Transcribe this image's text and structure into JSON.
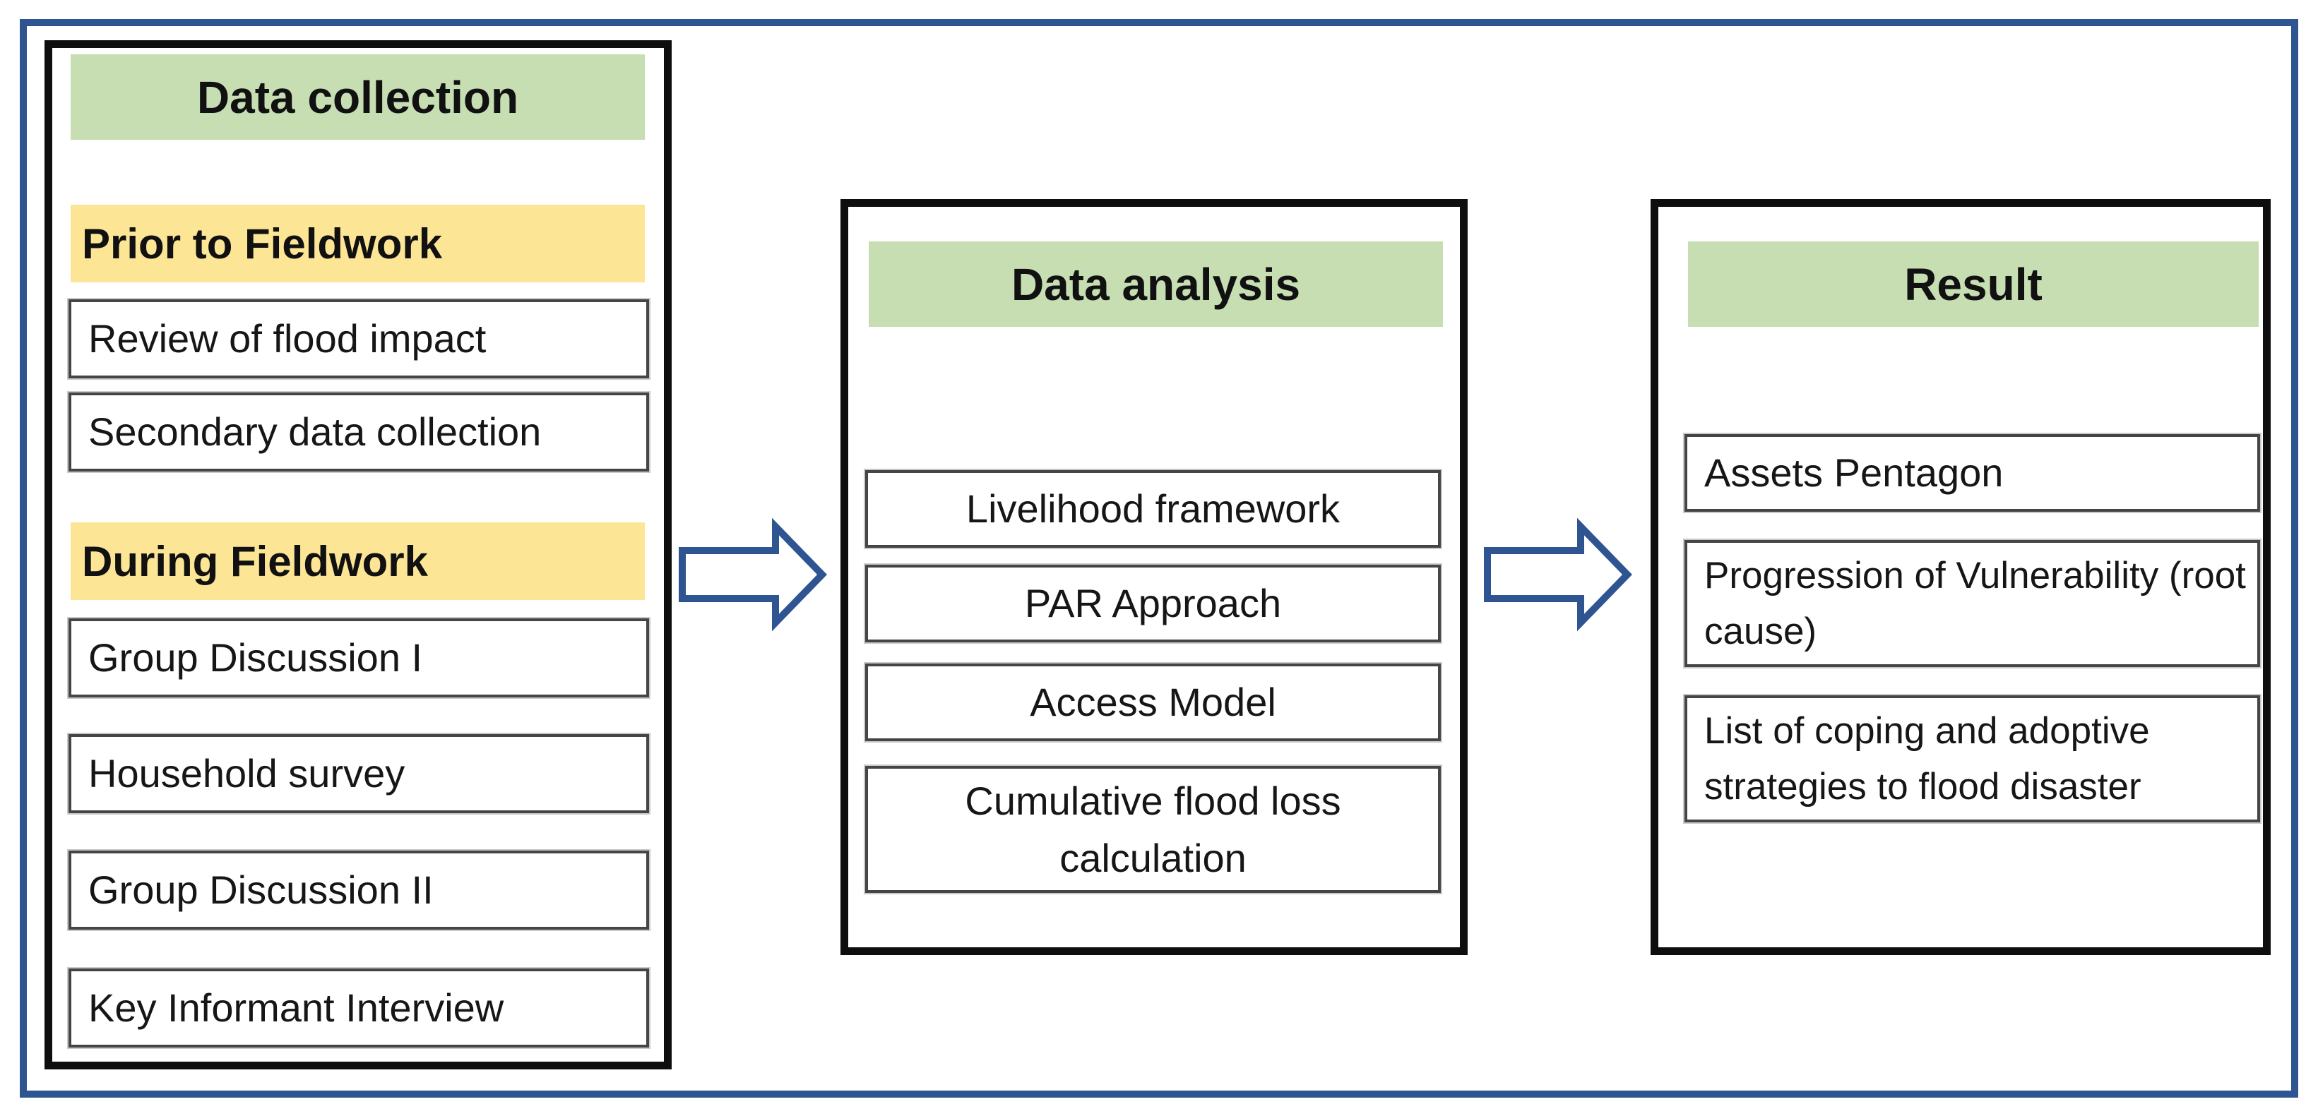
{
  "colors": {
    "frame_blue": "#2e5491",
    "header_green": "#c6deb2",
    "subheader_yellow": "#fde596",
    "column_border_black": "#0e0e0e",
    "inner_box_border_gray": "#454545"
  },
  "columns": [
    {
      "title": "Data collection",
      "items": [
        {
          "kind": "subheader",
          "label": "Prior to Fieldwork"
        },
        {
          "kind": "box",
          "label": "Review of flood impact"
        },
        {
          "kind": "box",
          "label": "Secondary data collection"
        },
        {
          "kind": "subheader",
          "label": "During Fieldwork"
        },
        {
          "kind": "box",
          "label": "Group Discussion I"
        },
        {
          "kind": "box",
          "label": "Household survey"
        },
        {
          "kind": "box",
          "label": "Group Discussion II"
        },
        {
          "kind": "box",
          "label": "Key Informant Interview"
        }
      ]
    },
    {
      "title": "Data analysis",
      "items": [
        {
          "kind": "box",
          "label": "Livelihood framework"
        },
        {
          "kind": "box",
          "label": "PAR Approach"
        },
        {
          "kind": "box",
          "label": "Access Model"
        },
        {
          "kind": "box",
          "label": "Cumulative flood loss calculation"
        }
      ]
    },
    {
      "title": "Result",
      "items": [
        {
          "kind": "box",
          "label": "Assets Pentagon"
        },
        {
          "kind": "box",
          "label": "Progression of Vulnerability (root cause)"
        },
        {
          "kind": "box",
          "label": "List of coping and adoptive strategies to flood disaster"
        }
      ]
    }
  ],
  "arrows": [
    {
      "name": "flow-arrow-1",
      "direction": "right"
    },
    {
      "name": "flow-arrow-2",
      "direction": "right"
    }
  ]
}
